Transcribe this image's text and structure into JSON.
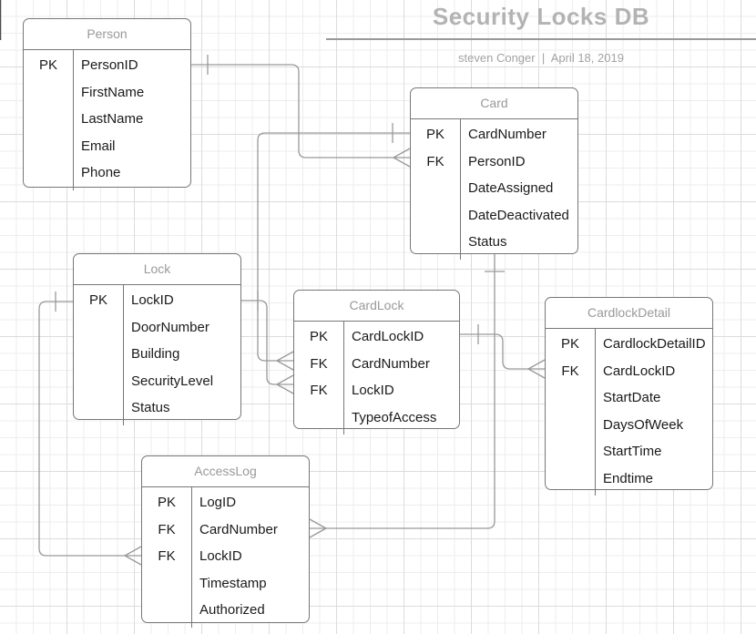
{
  "diagram": {
    "title": "Security Locks DB",
    "author_line": "steven Conger  |  April 18, 2019"
  },
  "colors": {
    "entity_border": "#777777",
    "relationship_line": "#999999",
    "title_text": "#b3b3b3",
    "header_text": "#999999",
    "field_text": "#1a1a1a",
    "grid_minor": "#ededed",
    "grid_major": "#dcdcdc"
  },
  "entities": [
    {
      "name": "Person",
      "rows": [
        {
          "key": "PK",
          "field": "PersonID"
        },
        {
          "key": "",
          "field": "FirstName"
        },
        {
          "key": "",
          "field": "LastName"
        },
        {
          "key": "",
          "field": "Email"
        },
        {
          "key": "",
          "field": "Phone"
        }
      ]
    },
    {
      "name": "Card",
      "rows": [
        {
          "key": "PK",
          "field": "CardNumber"
        },
        {
          "key": "FK",
          "field": "PersonID"
        },
        {
          "key": "",
          "field": "DateAssigned"
        },
        {
          "key": "",
          "field": "DateDeactivated"
        },
        {
          "key": "",
          "field": "Status"
        }
      ]
    },
    {
      "name": "Lock",
      "rows": [
        {
          "key": "PK",
          "field": "LockID"
        },
        {
          "key": "",
          "field": "DoorNumber"
        },
        {
          "key": "",
          "field": "Building"
        },
        {
          "key": "",
          "field": "SecurityLevel"
        },
        {
          "key": "",
          "field": "Status"
        }
      ]
    },
    {
      "name": "CardLock",
      "rows": [
        {
          "key": "PK",
          "field": "CardLockID"
        },
        {
          "key": "FK",
          "field": "CardNumber"
        },
        {
          "key": "FK",
          "field": "LockID"
        },
        {
          "key": "",
          "field": "TypeofAccess"
        }
      ]
    },
    {
      "name": "CardlockDetail",
      "rows": [
        {
          "key": "PK",
          "field": "CardlockDetailID"
        },
        {
          "key": "FK",
          "field": "CardLockID"
        },
        {
          "key": "",
          "field": "StartDate"
        },
        {
          "key": "",
          "field": "DaysOfWeek"
        },
        {
          "key": "",
          "field": "StartTime"
        },
        {
          "key": "",
          "field": "Endtime"
        }
      ]
    },
    {
      "name": "AccessLog",
      "rows": [
        {
          "key": "PK",
          "field": "LogID"
        },
        {
          "key": "FK",
          "field": "CardNumber"
        },
        {
          "key": "FK",
          "field": "LockID"
        },
        {
          "key": "",
          "field": "Timestamp"
        },
        {
          "key": "",
          "field": "Authorized"
        }
      ]
    }
  ],
  "relationships": [
    {
      "from": "Person.PersonID",
      "to": "Card.PersonID",
      "from_cardinality": "one",
      "to_cardinality": "many"
    },
    {
      "from": "Card.CardNumber",
      "to": "CardLock.CardNumber",
      "from_cardinality": "one",
      "to_cardinality": "many"
    },
    {
      "from": "Lock.LockID",
      "to": "CardLock.LockID",
      "from_cardinality": "one",
      "to_cardinality": "many"
    },
    {
      "from": "CardLock.CardLockID",
      "to": "CardlockDetail.CardLockID",
      "from_cardinality": "one",
      "to_cardinality": "many"
    },
    {
      "from": "Card.CardNumber",
      "to": "AccessLog.CardNumber",
      "from_cardinality": "one",
      "to_cardinality": "many"
    },
    {
      "from": "Lock.LockID",
      "to": "AccessLog.LockID",
      "from_cardinality": "one",
      "to_cardinality": "many"
    }
  ]
}
